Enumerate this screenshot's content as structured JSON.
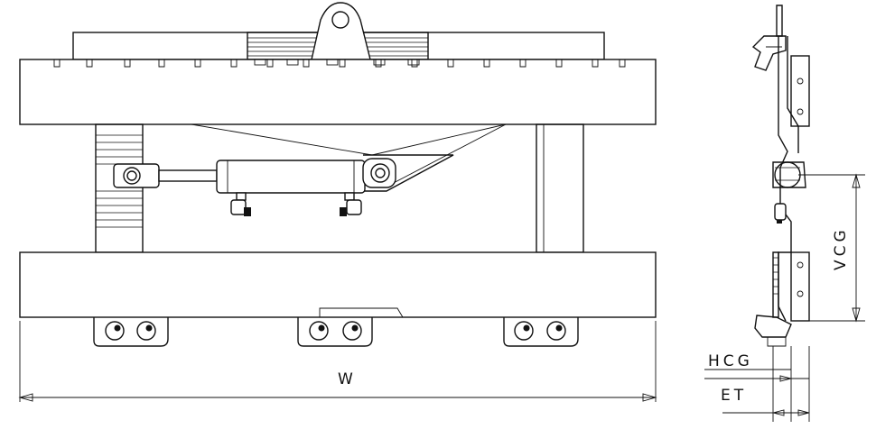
{
  "labels": {
    "width": "W",
    "vertical_cg": "VCG",
    "horizontal_cg": "HCG",
    "effective_thickness": "ET"
  },
  "colors": {
    "line": "#111111",
    "background": "#ffffff"
  }
}
